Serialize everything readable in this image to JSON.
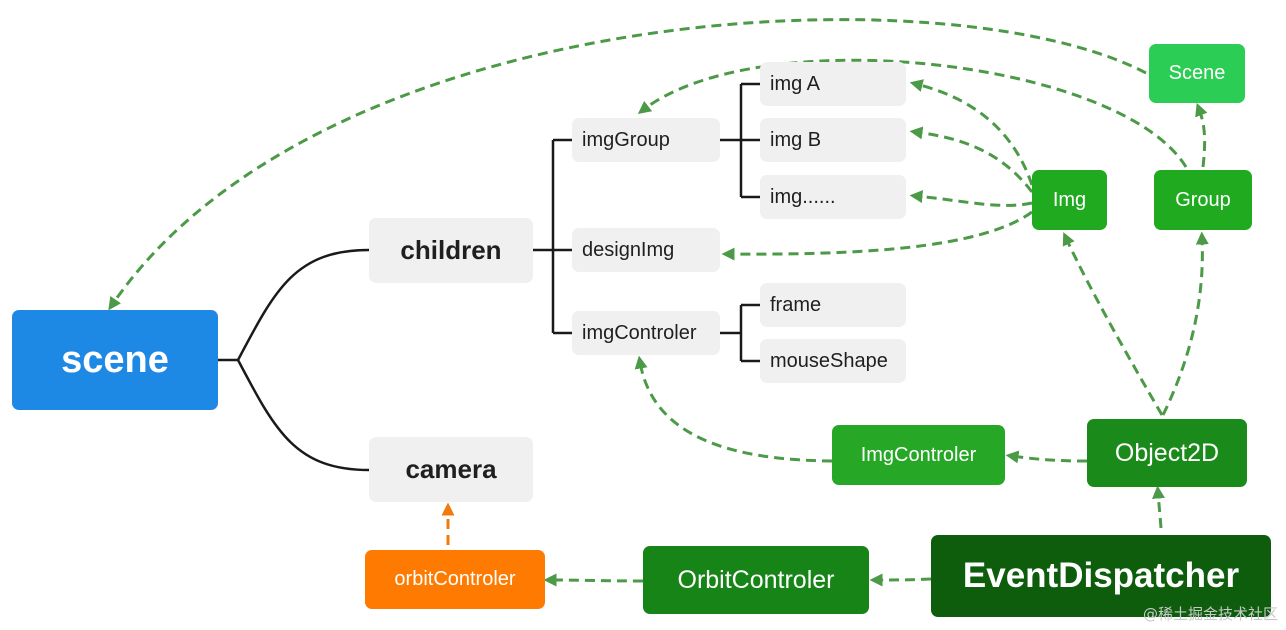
{
  "colors": {
    "tree_line": "#1a1a1a",
    "green_dashed": "#4c9a48",
    "orange_dashed": "#f07a0c",
    "scene_blue": "#1e88e5",
    "orbit_orange": "#ff7a00",
    "scene_class_green": "#2ccd54",
    "img_group_green": "#1faa1f",
    "imgcontroler_green": "#26a826",
    "object2d_green": "#1a8a1a",
    "orbitcontroler_green": "#168416",
    "eventdispatcher_green": "#0d5d0d"
  },
  "tree": {
    "scene": "scene",
    "children": "children",
    "camera": "camera",
    "imgGroup": "imgGroup",
    "designImg": "designImg",
    "imgControler": "imgControler",
    "imgA": "img A",
    "imgB": "img B",
    "imgMore": "img......",
    "frame": "frame",
    "mouseShape": "mouseShape",
    "orbitControler": "orbitControler"
  },
  "classes": {
    "scene": "Scene",
    "img": "Img",
    "group": "Group",
    "object2d": "Object2D",
    "imgControler": "ImgControler",
    "orbitControler": "OrbitControler",
    "eventDispatcher": "EventDispatcher"
  },
  "watermark": "@稀土掘金技术社区"
}
